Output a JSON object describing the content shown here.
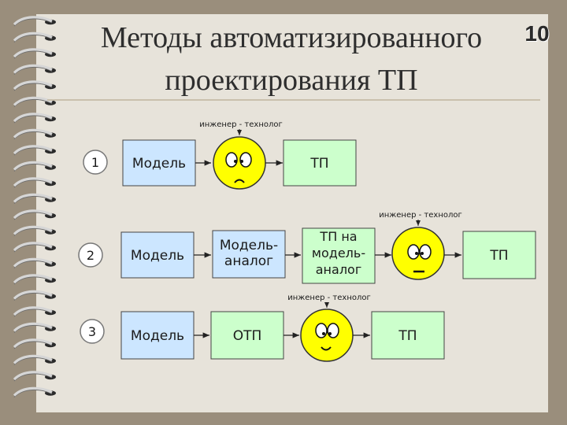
{
  "slide": {
    "title_line1": "Методы автоматизированного",
    "title_line2": "проектирования ТП",
    "number": "10"
  },
  "label_engineer": "инженер - технолог",
  "rows": [
    {
      "number": "1",
      "boxes": [
        "Модель",
        "ТП"
      ]
    },
    {
      "number": "2",
      "boxes": [
        "Модель",
        "Модель-|аналог",
        "ТП на|модель-|аналог",
        "ТП"
      ]
    },
    {
      "number": "3",
      "boxes": [
        "Модель",
        "ОТП",
        "ТП"
      ]
    }
  ],
  "colors": {
    "model_box": "#cce6ff",
    "process_box": "#ccffcc",
    "face": "#ffff00",
    "background": "#9a8e7c",
    "paper": "#e7e3da"
  },
  "icons": [
    "spiral-ring-icon",
    "smiley-face-icon",
    "arrow-right-icon"
  ]
}
